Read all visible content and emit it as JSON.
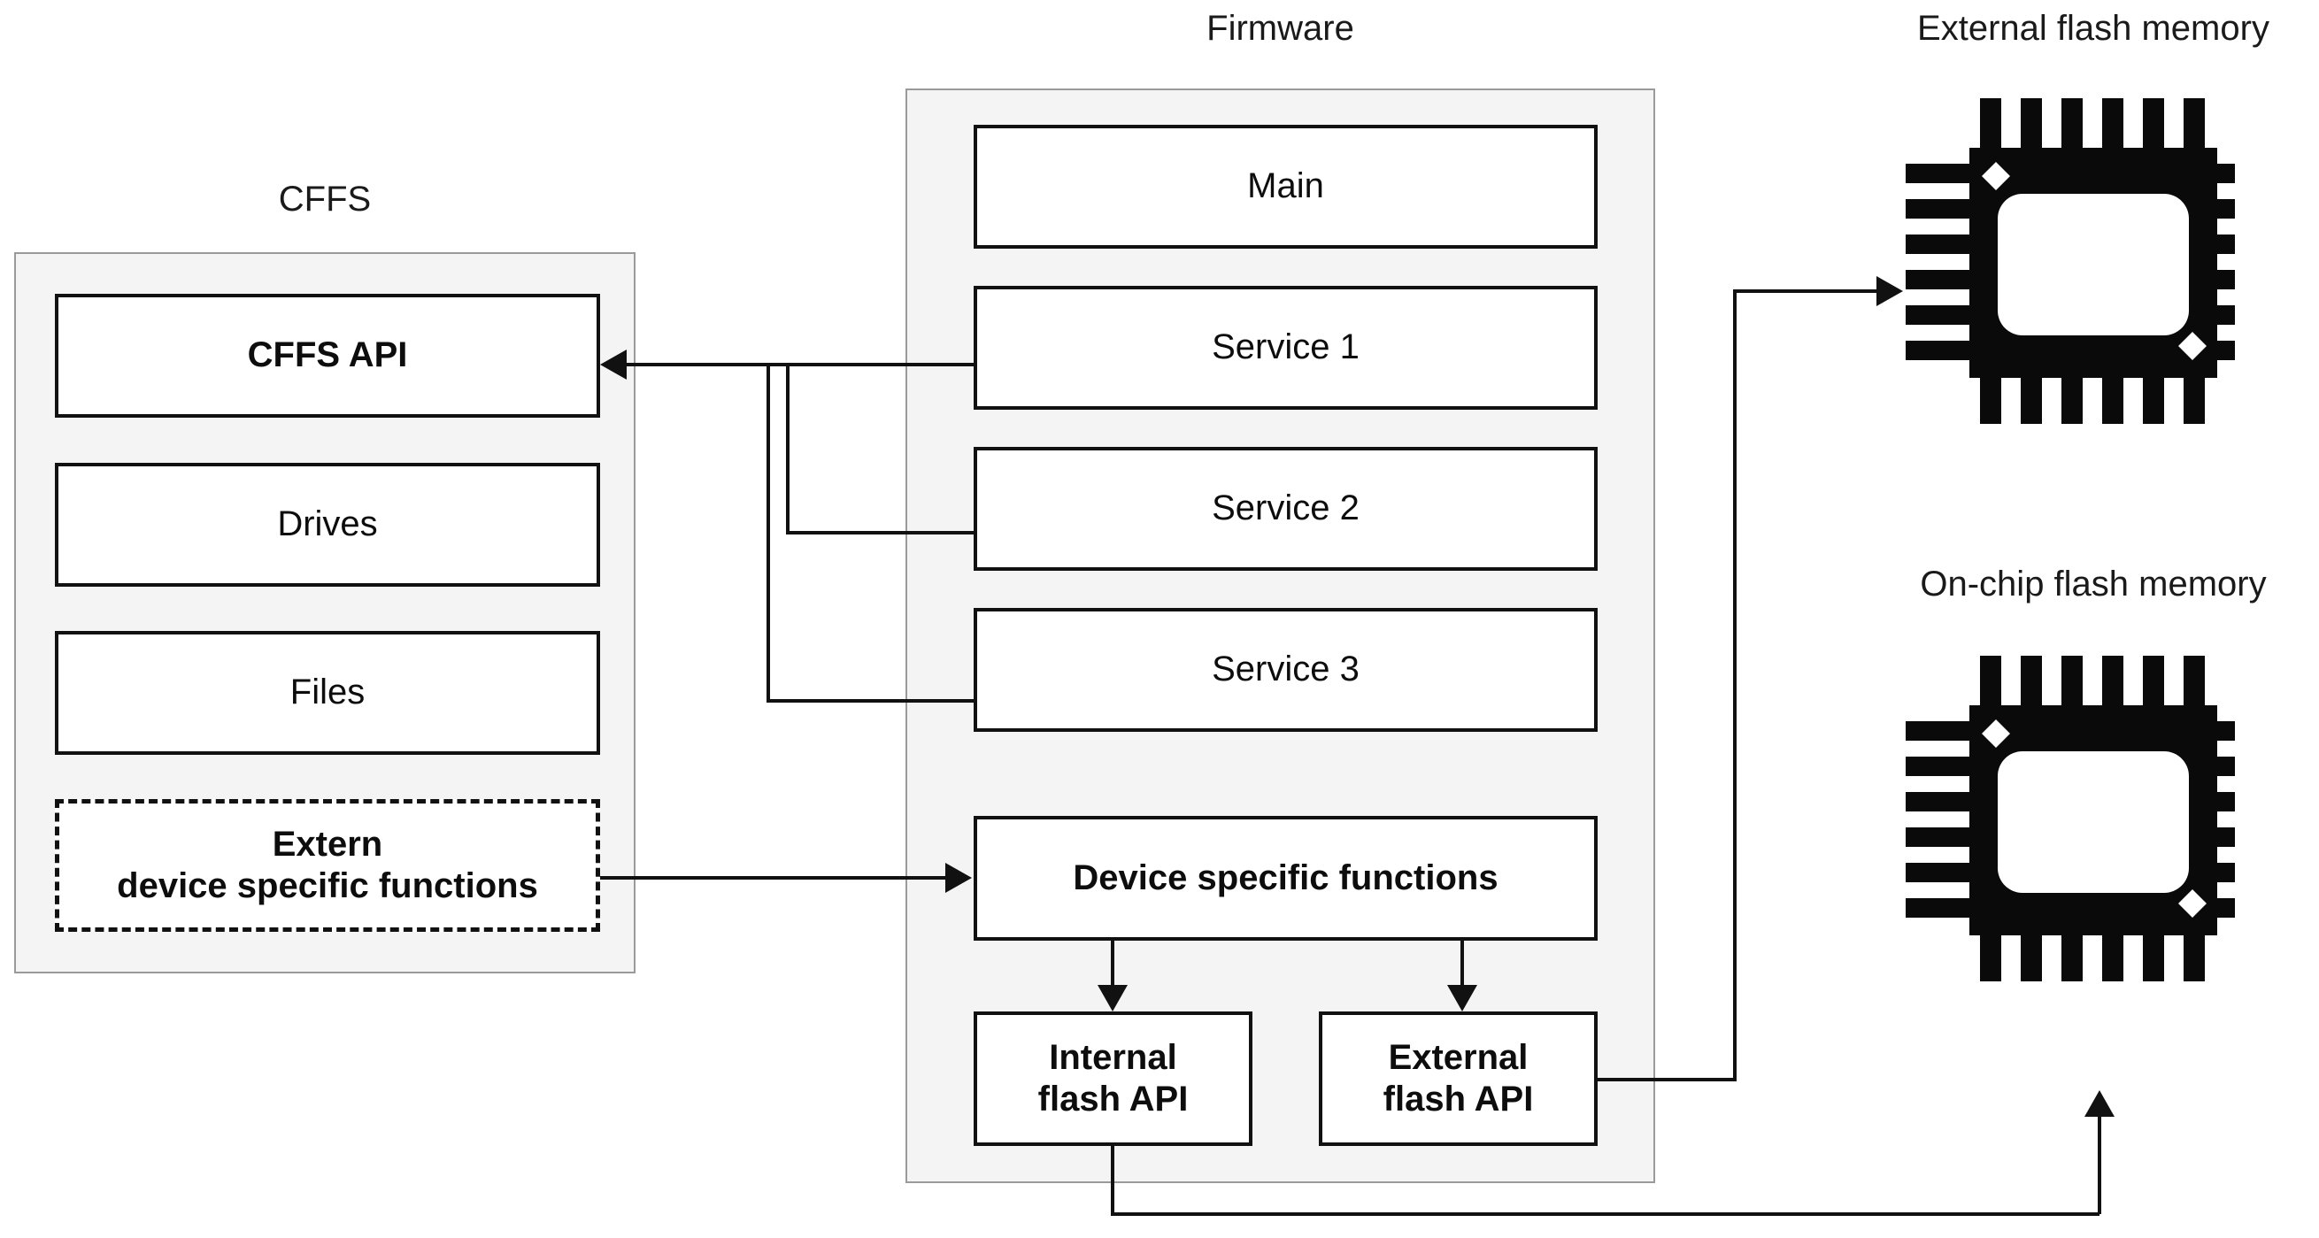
{
  "diagram": {
    "title": "Firmware / CFFS flash memory architecture block diagram",
    "groups": {
      "cffs": {
        "label": "CFFS"
      },
      "firmware": {
        "label": "Firmware"
      }
    },
    "cffs_blocks": [
      {
        "label": "CFFS API",
        "emphasis": "bold",
        "style": "solid"
      },
      {
        "label": "Drives",
        "emphasis": "normal",
        "style": "solid"
      },
      {
        "label": "Files",
        "emphasis": "normal",
        "style": "solid"
      },
      {
        "label": "Extern\ndevice specific functions",
        "emphasis": "bold",
        "style": "dashed"
      }
    ],
    "firmware_blocks": [
      {
        "label": "Main",
        "emphasis": "normal"
      },
      {
        "label": "Service 1",
        "emphasis": "normal"
      },
      {
        "label": "Service 2",
        "emphasis": "normal"
      },
      {
        "label": "Service 3",
        "emphasis": "normal"
      },
      {
        "label": "Device specific functions",
        "emphasis": "bold"
      },
      {
        "label": "Internal\nflash API",
        "emphasis": "bold"
      },
      {
        "label": "External\nflash API",
        "emphasis": "bold"
      }
    ],
    "memories": [
      {
        "label": "External flash memory",
        "icon": "flash-memory-chip-icon"
      },
      {
        "label": "On-chip flash memory",
        "icon": "flash-memory-chip-icon"
      }
    ],
    "connections": [
      {
        "from": "Service 1",
        "to": "CFFS API",
        "arrow": "left"
      },
      {
        "from": "Service 2",
        "to": "CFFS API",
        "arrow": "left"
      },
      {
        "from": "Service 3",
        "to": "CFFS API",
        "arrow": "left"
      },
      {
        "from": "Extern device specific functions",
        "to": "Device specific functions",
        "arrow": "right"
      },
      {
        "from": "Device specific functions",
        "to": "Internal flash API",
        "arrow": "down"
      },
      {
        "from": "Device specific functions",
        "to": "External flash API",
        "arrow": "down"
      },
      {
        "from": "External flash API",
        "to": "External flash memory",
        "arrow": "right"
      },
      {
        "from": "Internal flash API",
        "to": "On-chip flash memory",
        "arrow": "up"
      }
    ],
    "colors": {
      "panel_fill": "#f4f4f4",
      "panel_stroke": "#9a9a9a",
      "box_stroke": "#111111",
      "box_fill": "#ffffff",
      "text": "#0d0d0d",
      "background": "#ffffff"
    }
  }
}
